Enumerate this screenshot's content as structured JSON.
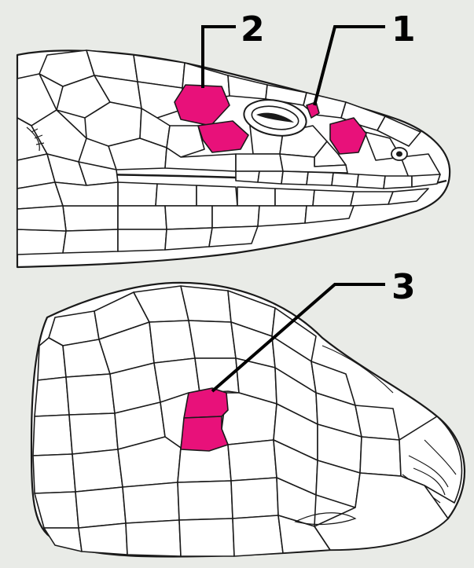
{
  "colors": {
    "background": "#e9ebe7",
    "highlight": "#e8117a",
    "line": "#1a1a1a"
  },
  "callouts": [
    {
      "id": "1",
      "text": "1"
    },
    {
      "id": "2",
      "text": "2"
    },
    {
      "id": "3",
      "text": "3"
    }
  ]
}
